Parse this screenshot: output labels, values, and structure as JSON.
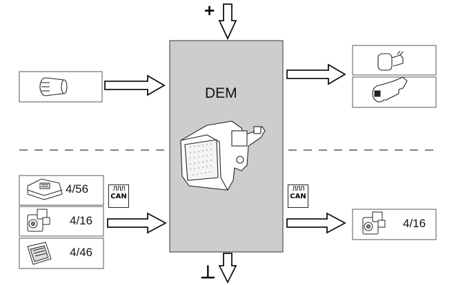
{
  "module": {
    "label": "DEM",
    "fill": "#cdcdcd"
  },
  "power": {
    "plus_symbol": "+",
    "ground_symbol": "⊥"
  },
  "can_badges": [
    {
      "wave": "ЛЛЛ",
      "text": "CAN"
    },
    {
      "wave": "ЛЛЛ",
      "text": "CAN"
    }
  ],
  "inputs_can": [
    {
      "label": "4/56",
      "icon": "control-module-icon"
    },
    {
      "label": "4/16",
      "icon": "actuator-module-icon"
    },
    {
      "label": "4/46",
      "icon": "ecu-board-icon"
    }
  ],
  "outputs_can": [
    {
      "label": "4/16",
      "icon": "actuator-module-icon"
    }
  ],
  "input_sensor": {
    "icon": "connector-sensor-icon"
  },
  "output_components": [
    {
      "icon": "solenoid-valve-icon"
    },
    {
      "icon": "pressure-sensor-icon"
    }
  ]
}
